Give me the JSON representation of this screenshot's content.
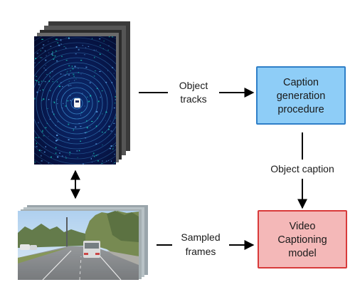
{
  "diagram": {
    "edge_object_tracks": {
      "line1": "Object",
      "line2": "tracks"
    },
    "edge_sampled_frames": {
      "line1": "Sampled",
      "line2": "frames"
    },
    "edge_object_caption": "Object caption",
    "caption_box": {
      "line1": "Caption",
      "line2": "generation",
      "line3": "procedure",
      "fill": "#8ecdf7",
      "stroke": "#2f7fc8"
    },
    "video_box": {
      "line1": "Video",
      "line2": "Captioning",
      "line3": "model",
      "fill": "#f4b8b8",
      "stroke": "#d83a3a"
    },
    "lidar_stack": {
      "icon": "lidar-point-cloud-frames",
      "colors": [
        "#071040",
        "#16d8c0",
        "#5aa0e8"
      ]
    },
    "camera_stack": {
      "icon": "camera-road-frames",
      "colors": [
        "#9cc3e6",
        "#6f7d5a",
        "#8a8e92"
      ]
    }
  }
}
